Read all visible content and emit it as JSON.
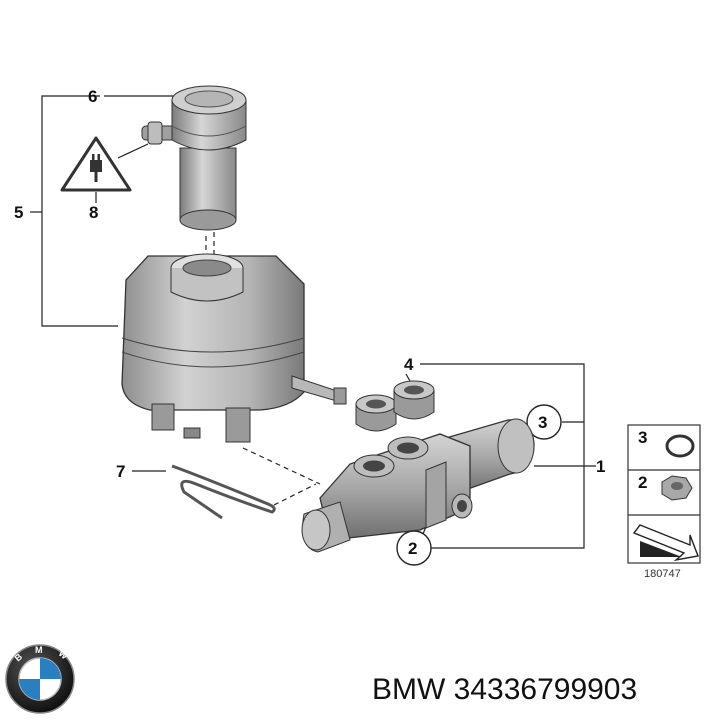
{
  "callouts": {
    "c1": "1",
    "c2": "2",
    "c3": "3",
    "c4": "4",
    "c5": "5",
    "c6": "6",
    "c7": "7",
    "c8": "8"
  },
  "side_panel": {
    "item_a": "3",
    "item_b": "2",
    "diagram_number": "180747"
  },
  "logo": {
    "letters": [
      "B",
      "M",
      "W"
    ]
  },
  "caption": {
    "text": "BMW 34336799903"
  },
  "colors": {
    "metal_light": "#cfcfcf",
    "metal_mid": "#9e9e9e",
    "metal_dark": "#6e6e6e",
    "line": "#222222",
    "bmw_blue": "#2a7fc1"
  }
}
